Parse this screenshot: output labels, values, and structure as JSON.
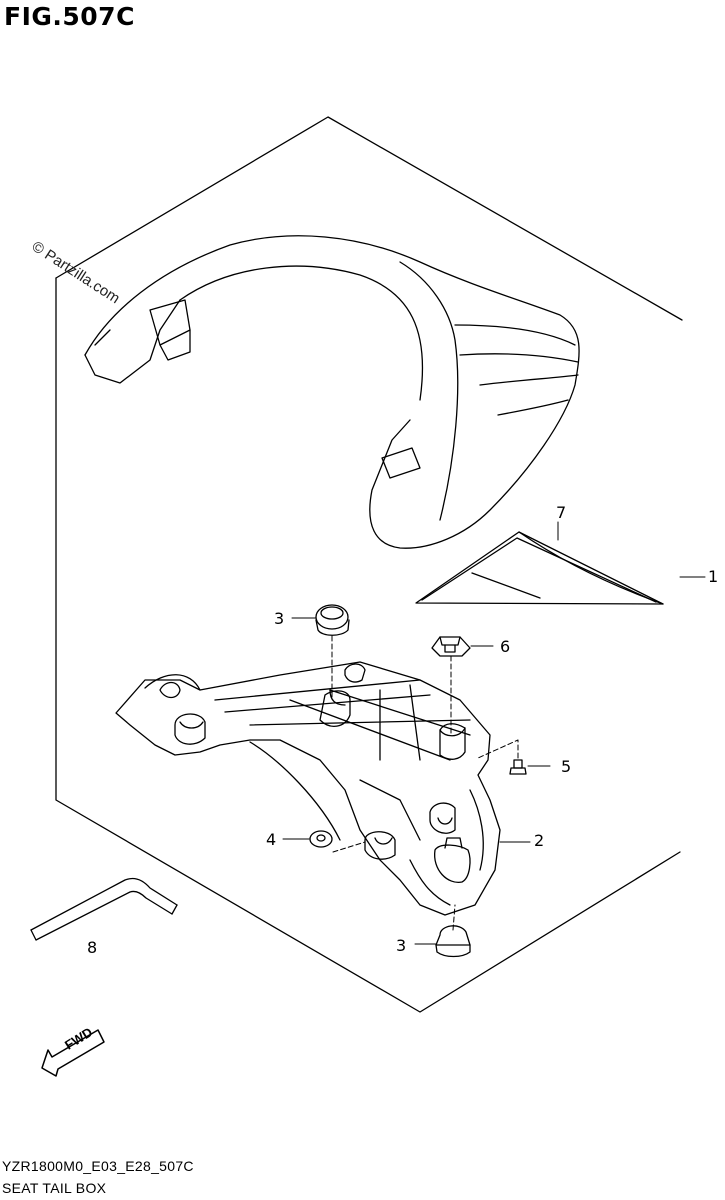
{
  "figure": {
    "title": "FIG.507C",
    "watermark": "© Partzilla.com",
    "code": "YZR1800M0_E03_E28_507C",
    "caption": "SEAT TAIL BOX",
    "fwd_label": "FWD"
  },
  "callouts": [
    {
      "id": "1",
      "label": "1"
    },
    {
      "id": "2",
      "label": "2"
    },
    {
      "id": "3a",
      "label": "3"
    },
    {
      "id": "3b",
      "label": "3"
    },
    {
      "id": "4",
      "label": "4"
    },
    {
      "id": "5",
      "label": "5"
    },
    {
      "id": "6",
      "label": "6"
    },
    {
      "id": "7",
      "label": "7"
    },
    {
      "id": "8",
      "label": "8"
    }
  ]
}
